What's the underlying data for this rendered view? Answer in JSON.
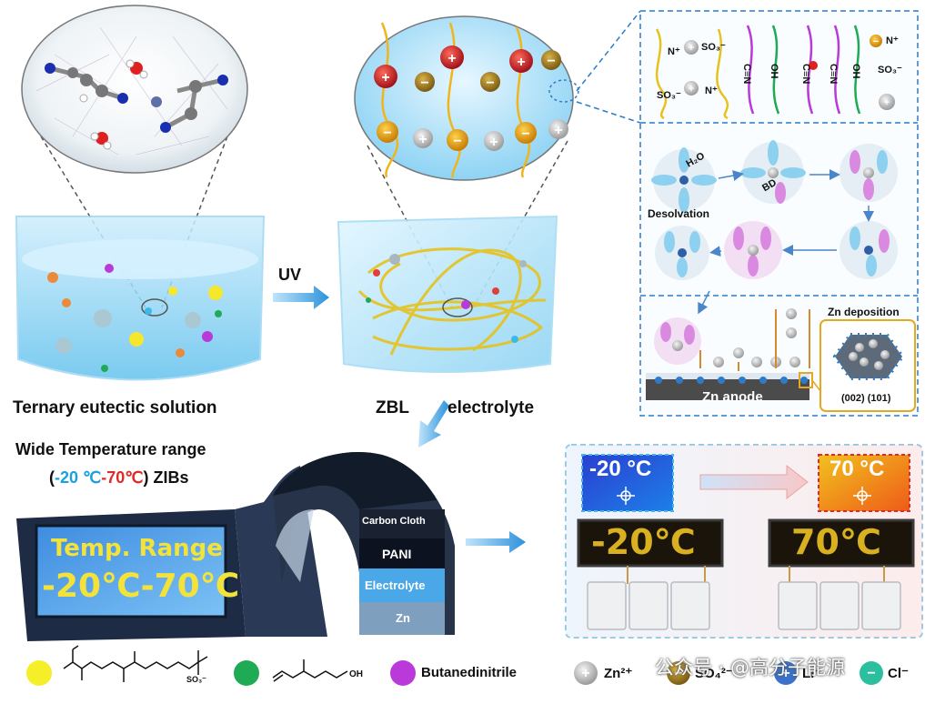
{
  "left_panel": {
    "caption": "Ternary eutectic solution"
  },
  "arrow_label": "UV",
  "middle_panel": {
    "caption_left": "ZBL",
    "caption_right": "electrolyte"
  },
  "zoom_bubble": {
    "plus": "+",
    "minus": "−"
  },
  "mechanism": {
    "labels": [
      "N⁺",
      "SO₃⁻",
      "SO₃⁻",
      "N⁺",
      "C≡N",
      "OH",
      "C≡N",
      "C≡N",
      "OH",
      "N⁺",
      "SO₃⁻"
    ],
    "h2o": "H₂O",
    "bd": "BD",
    "desolvation": "Desolvation",
    "zn_deposition": "Zn deposition",
    "zn_anode": "Zn anode",
    "planes": "(002)  (101)"
  },
  "device": {
    "title_line1": "Wide Temperature range",
    "range_open": "(",
    "range_cold": "-20 ℃",
    "range_dash": "-",
    "range_hot": "70℃",
    "range_close": ")",
    "range_suffix": " ZIBs",
    "screen_line1": "Temp. Range",
    "screen_line2": "-20℃-70℃",
    "layers": [
      "Carbon Cloth",
      "PANI",
      "Electrolyte",
      "Zn"
    ]
  },
  "demo": {
    "cold_label": "-20 °C",
    "hot_label": "70 °C",
    "cold_led": "-20℃",
    "hot_led": "70℃"
  },
  "legend": {
    "butanedinitrile": "Butanedinitrile",
    "zn": "Zn²⁺",
    "so4": "SO₄²⁻",
    "li": "Li⁺",
    "cl": "Cl⁻",
    "hydroxyl": "OH",
    "sulfo": "SO₃⁻"
  },
  "watermark": "公众号 · @高分子能源",
  "colors": {
    "cyan": "#1aa0e0",
    "red": "#e02a2a",
    "yellow": "#f3e23a",
    "dashed_blue": "#2e7bc8",
    "zwitterion": "#f5e72b",
    "hea": "#1faa55",
    "sn": "#b93ad8"
  }
}
